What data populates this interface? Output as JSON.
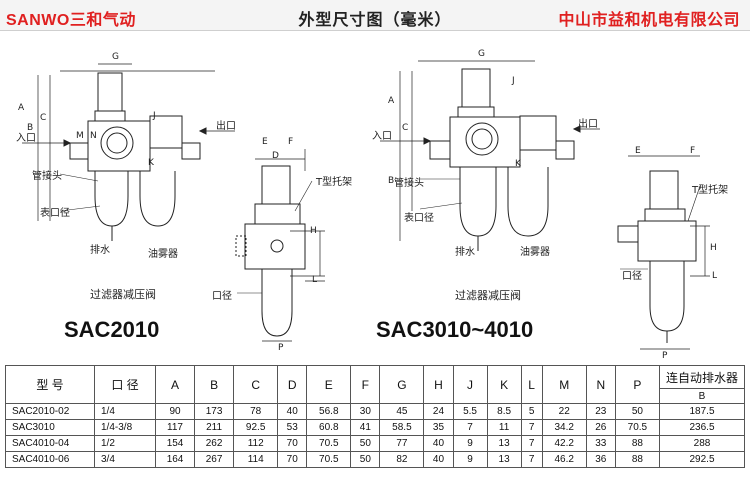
{
  "header": {
    "brand": "SANWO三和气动",
    "title": "外型尺寸图（毫米）",
    "company": "中山市益和机电有限公司"
  },
  "drawings": {
    "left": {
      "model": "SAC2010",
      "caption": "过滤器减压阀",
      "inlet": "入口",
      "outlet": "出口",
      "pipe_joint": "管接头",
      "gauge_port": "表口径",
      "drain": "排水",
      "lubricator": "油雾器",
      "port_dia": "口径",
      "bracket": "T型托架"
    },
    "right": {
      "model": "SAC3010~4010",
      "caption": "过滤器减压阀",
      "inlet": "入口",
      "outlet": "出口",
      "pipe_joint": "管接头",
      "gauge_port": "表口径",
      "drain": "排水",
      "lubricator": "油雾器",
      "port_dia": "口径",
      "bracket": "T型托架"
    },
    "letters": [
      "A",
      "B",
      "C",
      "D",
      "E",
      "F",
      "G",
      "H",
      "J",
      "K",
      "L",
      "M",
      "N",
      "P"
    ]
  },
  "table": {
    "model_header": "型  号",
    "port_header": "口 径",
    "dim_headers": [
      "A",
      "B",
      "C",
      "D",
      "E",
      "F",
      "G",
      "H",
      "J",
      "K",
      "L",
      "M",
      "N",
      "P"
    ],
    "auto_drain_header": "连自动排水器",
    "auto_drain_sub": "B",
    "rows": [
      {
        "model": "SAC2010-02",
        "port": "1/4",
        "dims": [
          "90",
          "173",
          "78",
          "40",
          "56.8",
          "30",
          "45",
          "24",
          "5.5",
          "8.5",
          "5",
          "22",
          "23",
          "50"
        ],
        "auto_b": "187.5"
      },
      {
        "model": "SAC3010",
        "port": "1/4-3/8",
        "dims": [
          "117",
          "211",
          "92.5",
          "53",
          "60.8",
          "41",
          "58.5",
          "35",
          "7",
          "11",
          "7",
          "34.2",
          "26",
          "70.5"
        ],
        "auto_b": "236.5"
      },
      {
        "model": "SAC4010-04",
        "port": "1/2",
        "dims": [
          "154",
          "262",
          "112",
          "70",
          "70.5",
          "50",
          "77",
          "40",
          "9",
          "13",
          "7",
          "42.2",
          "33",
          "88"
        ],
        "auto_b": "288"
      },
      {
        "model": "SAC4010-06",
        "port": "3/4",
        "dims": [
          "164",
          "267",
          "114",
          "70",
          "70.5",
          "50",
          "82",
          "40",
          "9",
          "13",
          "7",
          "46.2",
          "36",
          "88"
        ],
        "auto_b": "292.5"
      }
    ]
  }
}
